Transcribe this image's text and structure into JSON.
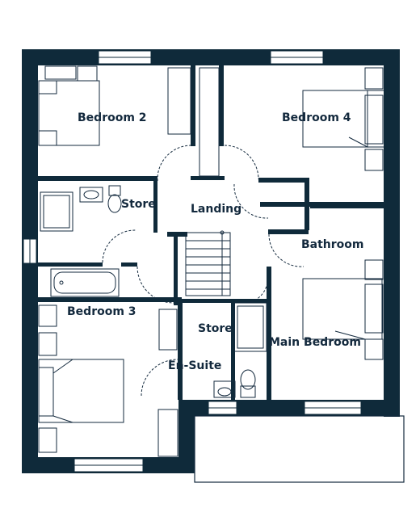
{
  "floor_plan": {
    "wall_color": "#0f2a3a",
    "line_color": "#13293d",
    "rooms": {
      "bedroom_2": "Bedroom 2",
      "bedroom_4": "Bedroom 4",
      "store_upper": "Store",
      "landing": "Landing",
      "bathroom": "Bathroom",
      "bedroom_3": "Bedroom 3",
      "store_lower": "Store",
      "main_bedroom": "Main Bedroom",
      "en_suite": "En-Suite"
    }
  }
}
